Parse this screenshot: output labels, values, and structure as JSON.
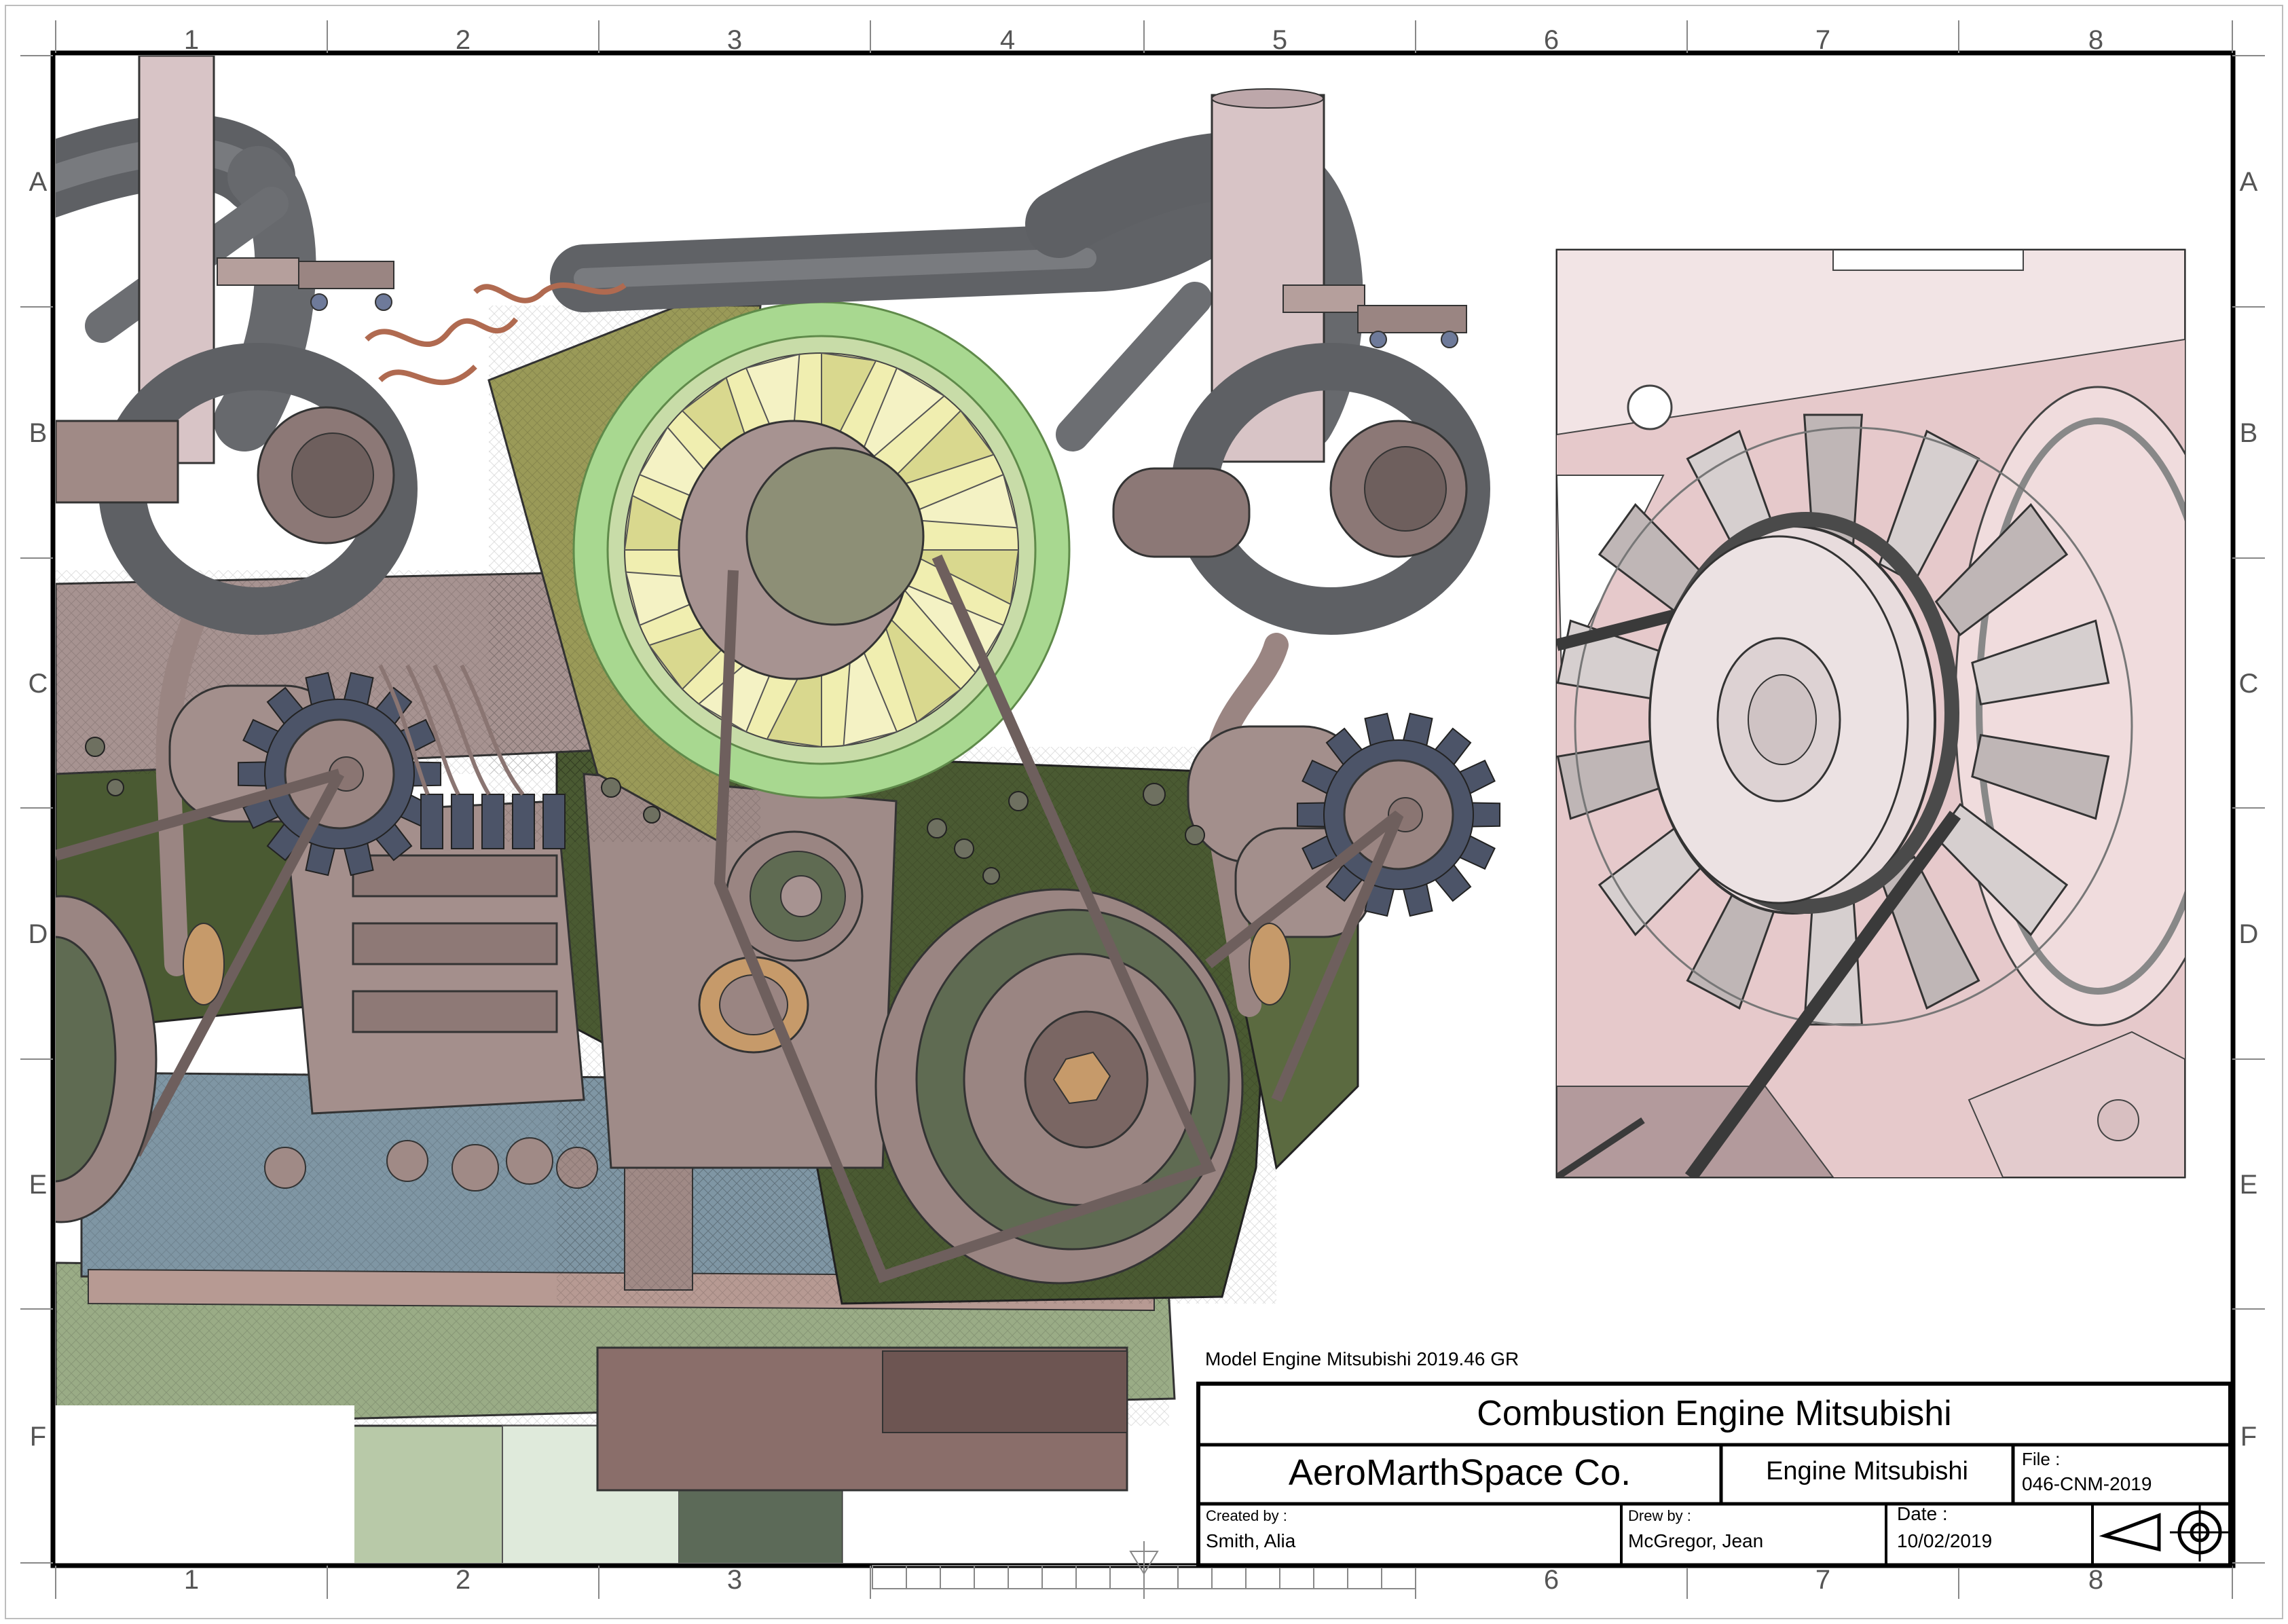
{
  "frame": {
    "columns": [
      "1",
      "2",
      "3",
      "4",
      "5",
      "6",
      "7",
      "8"
    ],
    "bottom_columns": [
      "1",
      "2",
      "3",
      "6",
      "7",
      "8"
    ],
    "rows": [
      "A",
      "B",
      "C",
      "D",
      "E",
      "F"
    ]
  },
  "drawing": {
    "model_label": "Model Engine Mitsubishi 2019.46 GR"
  },
  "title_block": {
    "title": "Combustion Engine Mitsubishi",
    "company": "AeroMarthSpace Co.",
    "part_name": "Engine Mitsubishi",
    "file_label": "File :",
    "file_value": "046-CNM-2019",
    "created_label": "Created by :",
    "created_value": "Smith, Alia",
    "drawn_label": "Drew by :",
    "drawn_value": "McGregor, Jean",
    "date_label": "Date :",
    "date_value": "10/02/2019",
    "projection_symbol": "first-angle-projection-icon"
  },
  "colors": {
    "metal_pink": "#a79391",
    "metal_dark": "#6e5f5d",
    "pipe_gray": "#6a6c70",
    "block_olive": "#4a5a32",
    "fan_green": "#a8d890",
    "fan_yellow": "#f0eeb0",
    "base_blue": "#7f96a4",
    "base_green": "#9aac86",
    "sprocket_blue": "#4c5468",
    "detail_bg": "#e6c9cb",
    "detail_fan": "#cfc7c7"
  }
}
